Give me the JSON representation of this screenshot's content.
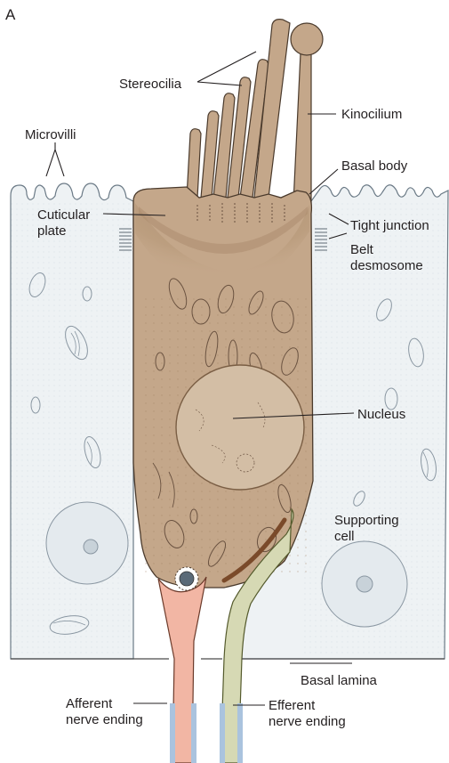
{
  "figure": {
    "panel_letter": "A"
  },
  "labels": {
    "stereocilia": "Stereocilia",
    "kinocilium": "Kinocilium",
    "microvilli": "Microvilli",
    "basal_body": "Basal body",
    "cuticular_plate_1": "Cuticular",
    "cuticular_plate_2": "plate",
    "tight_junction": "Tight junction",
    "belt_desmosome_1": "Belt",
    "belt_desmosome_2": "desmosome",
    "nucleus": "Nucleus",
    "supporting_cell_1": "Supporting",
    "supporting_cell_2": "cell",
    "basal_lamina": "Basal lamina",
    "afferent_1": "Afferent",
    "afferent_2": "nerve ending",
    "efferent_1": "Efferent",
    "efferent_2": "nerve ending"
  },
  "colors": {
    "hair_cell": "#c4a78a",
    "hair_cell_dark": "#a98a6c",
    "hair_cell_outline": "#4a3a2c",
    "supporting_cell": "#eef2f4",
    "afferent": "#f2b6a4",
    "efferent": "#d6d9b4",
    "myelin": "#aac3de"
  }
}
